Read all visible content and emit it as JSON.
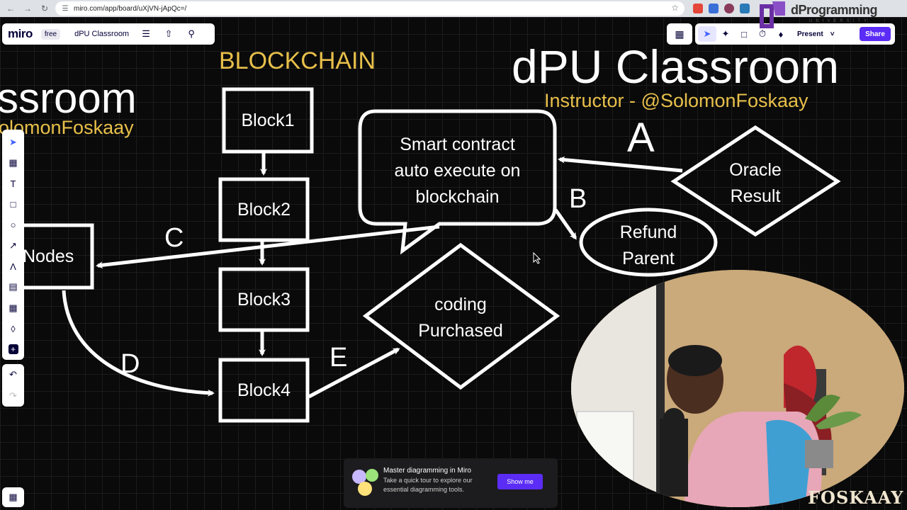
{
  "browser": {
    "url": "miro.com/app/board/uXjVN-jApQc=/",
    "nav_icons": [
      "back-icon",
      "forward-icon",
      "reload-icon"
    ]
  },
  "miro": {
    "logo": "miro",
    "plan": "free",
    "board_name": "dPU Classroom",
    "present_label": "Present",
    "share_label": "Share"
  },
  "watermark": {
    "brand": "dProgramming",
    "brand_sub": "UNIVERSITY",
    "corner": "FOSKAAY"
  },
  "board": {
    "title_left_partial": "ssroom",
    "subtitle_left_partial": "olomonFoskaay",
    "section_label": "BLOCKCHAIN",
    "title": "dPU Classroom",
    "subtitle": "Instructor - @SolomonFoskaay",
    "blocks": [
      "Block1",
      "Block2",
      "Block3",
      "Block4"
    ],
    "nodes_label": "Nodes",
    "callout_lines": [
      "Smart contract",
      "auto execute on",
      "blockchain"
    ],
    "oracle_lines": [
      "Oracle",
      "Result"
    ],
    "refund_lines": [
      "Refund",
      "Parent"
    ],
    "coding_lines": [
      "coding",
      "Purchased"
    ],
    "edge_labels": {
      "a": "A",
      "b": "B",
      "c": "C",
      "d": "D",
      "e": "E"
    }
  },
  "banner": {
    "title": "Master diagramming in Miro",
    "body": "Take a quick tour to explore our essential diagramming tools.",
    "button": "Show me"
  }
}
